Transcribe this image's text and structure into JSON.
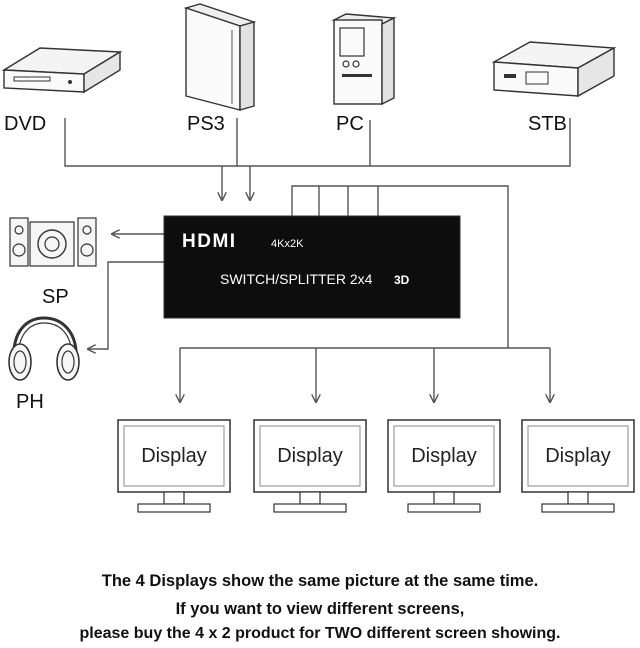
{
  "sources": {
    "dvd": "DVD",
    "ps3": "PS3",
    "pc": "PC",
    "stb": "STB"
  },
  "audio": {
    "speaker": "SP",
    "headphone": "PH"
  },
  "device": {
    "logo": "HDMI",
    "resolution": "4Kx2K",
    "model": "SWITCH/SPLITTER 2x4",
    "badge": "3D"
  },
  "displays": [
    "Display",
    "Display",
    "Display",
    "Display"
  ],
  "caption": {
    "line1": "The 4 Displays show the same picture at the same time.",
    "line2": "If you want to view different screens,",
    "line3": "please buy the 4 x 2 product for TWO different screen showing."
  }
}
